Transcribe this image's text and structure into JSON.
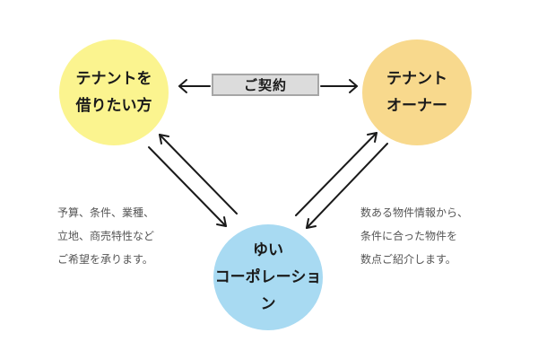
{
  "tenant": {
    "lines": [
      "テナントを",
      "借りたい方"
    ],
    "color": "#fbf48f"
  },
  "owner": {
    "lines": [
      "テナント",
      "オーナー"
    ],
    "color": "#f8d98d"
  },
  "yui": {
    "lines": [
      "ゆい",
      "コーポレーション"
    ],
    "color": "#a8daf2"
  },
  "contract": {
    "label": "ご契約"
  },
  "left_note": {
    "lines": [
      "予算、条件、業種、",
      "立地、商売特性など",
      "ご希望を承ります。"
    ]
  },
  "right_note": {
    "lines": [
      "数ある物件情報から、",
      "条件に合った物件を",
      "数点ご紹介します。"
    ]
  }
}
